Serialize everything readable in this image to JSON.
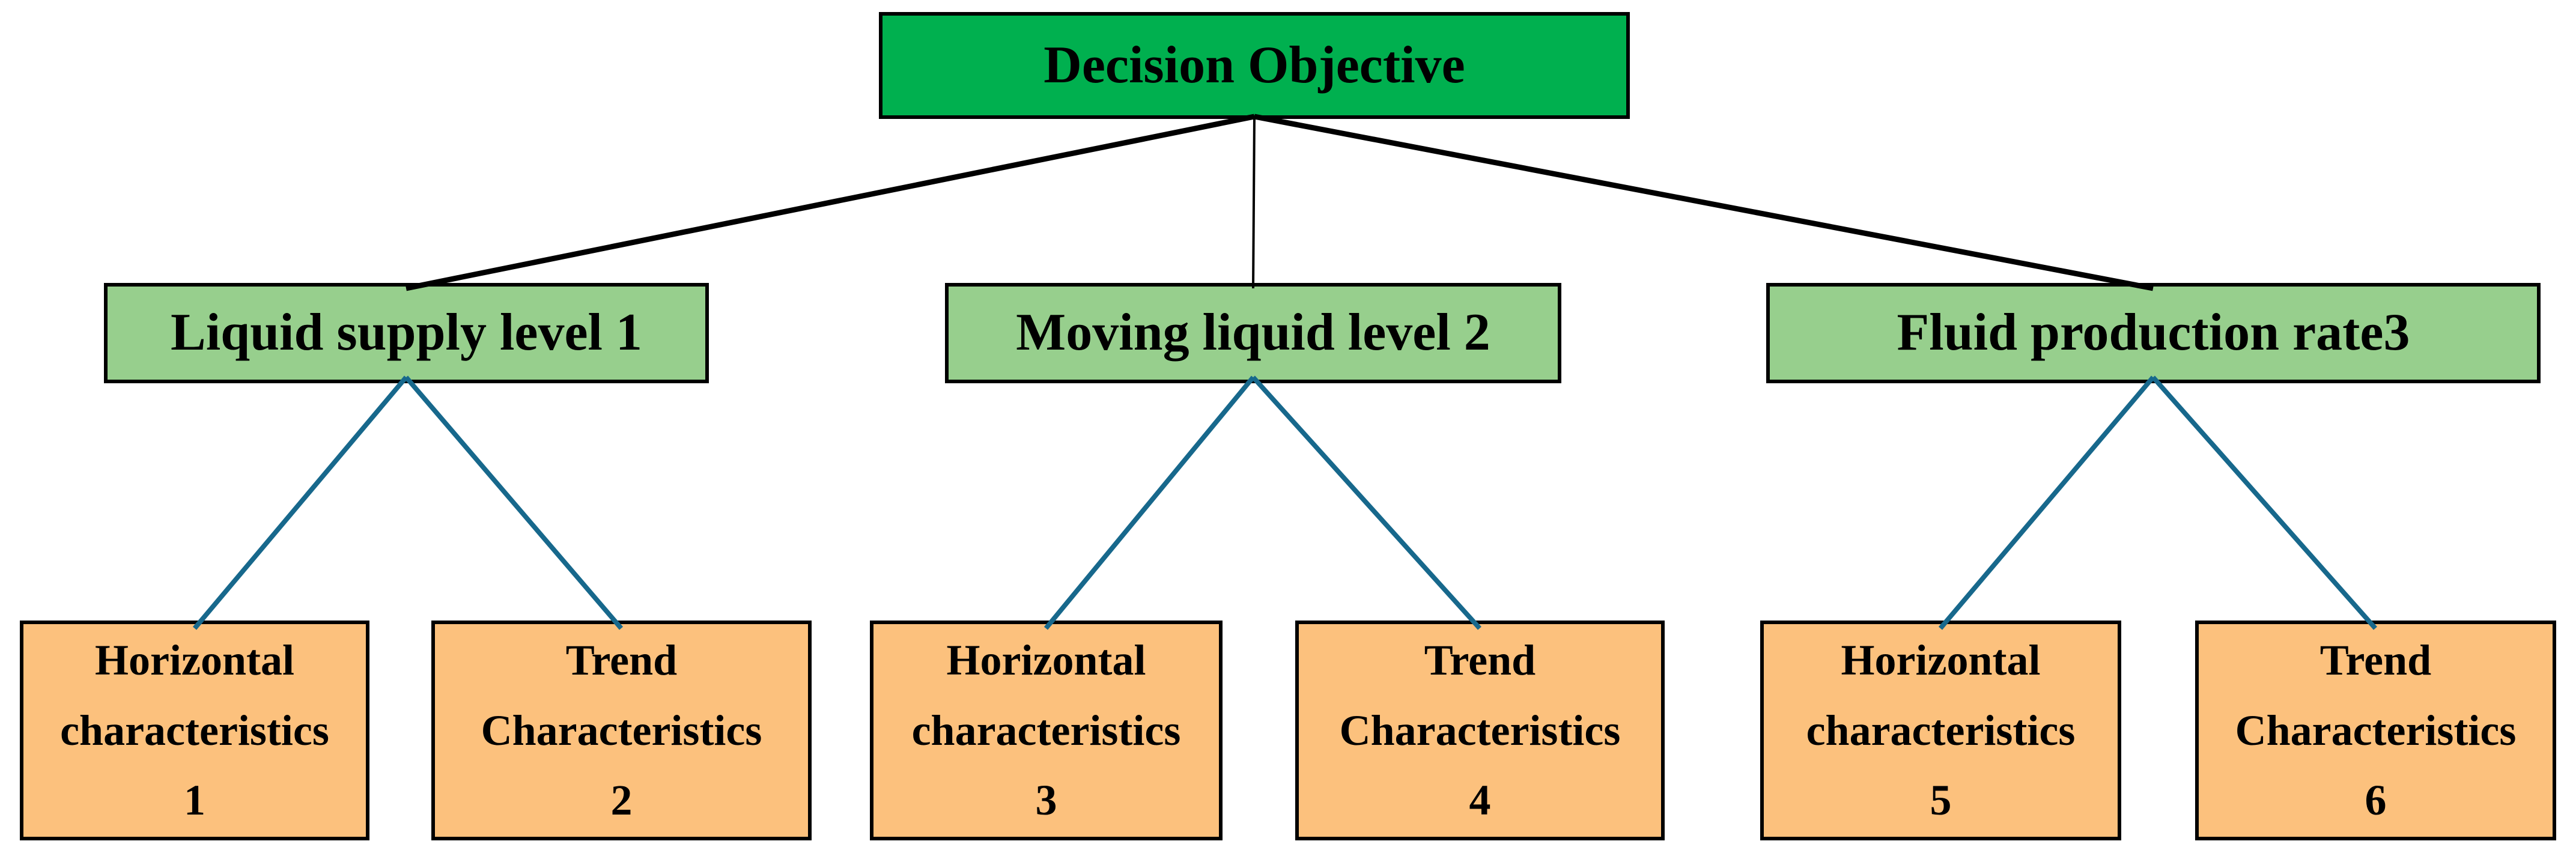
{
  "diagram": {
    "type": "hierarchy-tree",
    "levels": [
      "objective",
      "criteria",
      "characteristics"
    ],
    "nodes": {
      "root": {
        "label": "Decision Objective"
      },
      "criteria": [
        {
          "label": "Liquid supply level 1"
        },
        {
          "label": "Moving liquid level 2"
        },
        {
          "label": "Fluid production rate3"
        }
      ],
      "characteristics": [
        {
          "label": [
            "Horizontal",
            "characteristics",
            "1"
          ]
        },
        {
          "label": [
            "Trend",
            "Characteristics",
            "2"
          ]
        },
        {
          "label": [
            "Horizontal",
            "characteristics",
            "3"
          ]
        },
        {
          "label": [
            "Trend",
            "Characteristics",
            "4"
          ]
        },
        {
          "label": [
            "Horizontal",
            "characteristics",
            "5"
          ]
        },
        {
          "label": [
            "Trend",
            "Characteristics",
            "6"
          ]
        }
      ]
    },
    "edges": [
      {
        "from": "root",
        "to": "criterion-1",
        "color": "#000000"
      },
      {
        "from": "root",
        "to": "criterion-2",
        "color": "#000000"
      },
      {
        "from": "root",
        "to": "criterion-3",
        "color": "#000000"
      },
      {
        "from": "criterion-1",
        "to": "characteristic-1",
        "color": "#17688C"
      },
      {
        "from": "criterion-1",
        "to": "characteristic-2",
        "color": "#17688C"
      },
      {
        "from": "criterion-2",
        "to": "characteristic-3",
        "color": "#17688C"
      },
      {
        "from": "criterion-2",
        "to": "characteristic-4",
        "color": "#17688C"
      },
      {
        "from": "criterion-3",
        "to": "characteristic-5",
        "color": "#17688C"
      },
      {
        "from": "criterion-3",
        "to": "characteristic-6",
        "color": "#17688C"
      }
    ],
    "colors": {
      "background": "#FFFFFF",
      "root_fill": "#00B04F",
      "criterion_fill": "#97CF8D",
      "characteristic_fill": "#FCC17D",
      "box_border": "#000000",
      "text": "#000000",
      "root_edge_line": "#000000",
      "criterion_edge_line": "#17688C"
    }
  }
}
